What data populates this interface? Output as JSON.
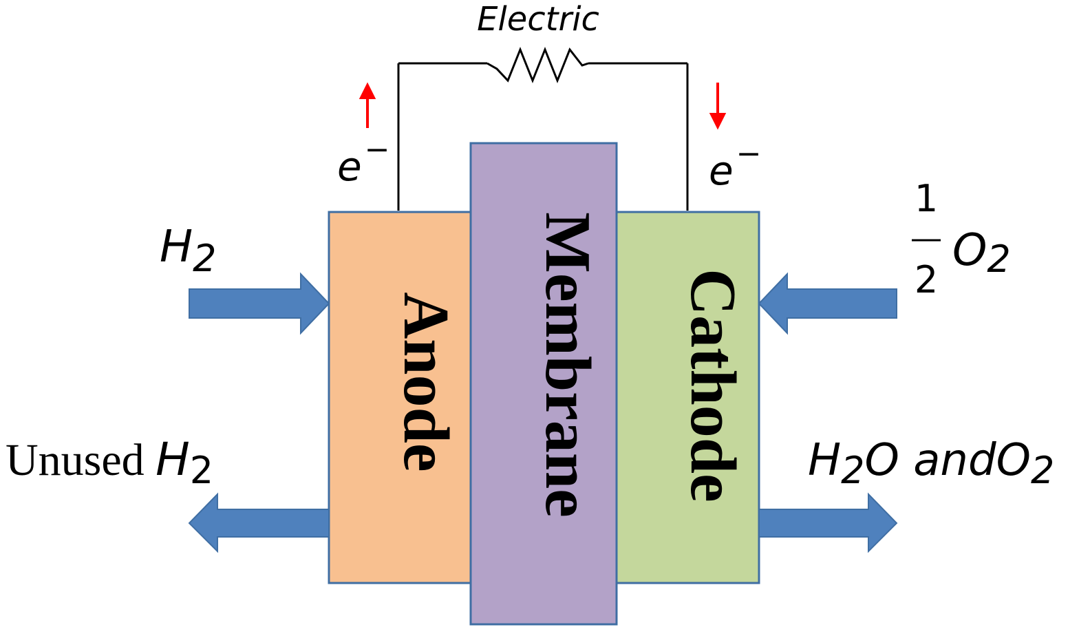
{
  "title": "Electric",
  "blocks": {
    "anode": "Anode",
    "membrane": "Membrane",
    "cathode": "Cathode"
  },
  "electron_left": {
    "base": "e",
    "sup": "−"
  },
  "electron_right": {
    "base": "e",
    "sup": "−"
  },
  "inputs": {
    "left": {
      "base": "H",
      "sub": "2"
    },
    "right": {
      "frac_num": "1",
      "frac_den": "2",
      "base": "O",
      "sub": "2"
    }
  },
  "outputs": {
    "left": {
      "prefix": "Unused ",
      "base": "H",
      "sub": "2"
    },
    "right": {
      "a": "H",
      "a_sub": "2",
      "b": "O and",
      "c": "O",
      "c_sub": "2"
    }
  },
  "colors": {
    "anode": "#f8c090",
    "membrane": "#b3a2c8",
    "cathode": "#c4d79c",
    "border": "#3f6ea3",
    "flow_arrow": "#4f81bd",
    "electron_arrow": "#ff0000",
    "wire": "#000000"
  },
  "icons": {
    "resistor": "resistor-icon",
    "electron_up": "arrow-up-icon",
    "electron_down": "arrow-down-icon",
    "flow_in": "arrow-right-icon",
    "flow_out": "arrow-left-icon"
  }
}
